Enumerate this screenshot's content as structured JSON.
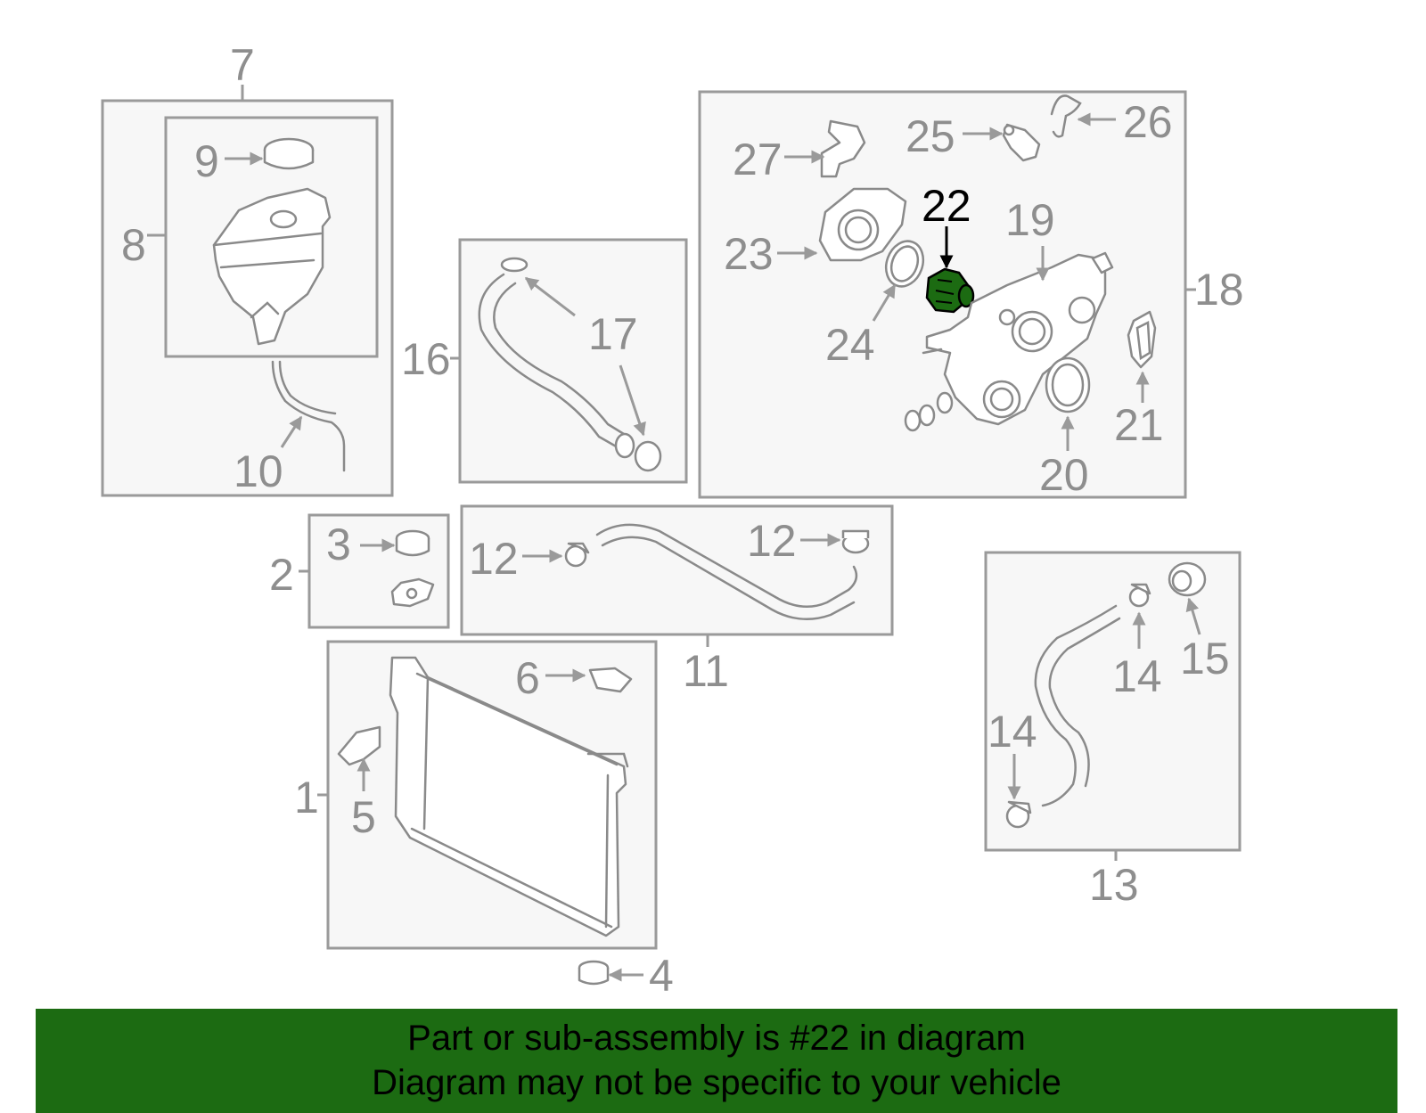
{
  "callouts": {
    "c1": "1",
    "c2": "2",
    "c3": "3",
    "c4": "4",
    "c5": "5",
    "c6": "6",
    "c7": "7",
    "c8": "8",
    "c9": "9",
    "c10": "10",
    "c11": "11",
    "c12a": "12",
    "c12b": "12",
    "c13": "13",
    "c14a": "14",
    "c14b": "14",
    "c15": "15",
    "c16": "16",
    "c17": "17",
    "c18": "18",
    "c19": "19",
    "c20": "20",
    "c21": "21",
    "c22": "22",
    "c23": "23",
    "c24": "24",
    "c25": "25",
    "c26": "26",
    "c27": "27"
  },
  "highlight": {
    "part_number": "22",
    "color": "#1c6b12"
  },
  "banner": {
    "line1": "Part or sub-assembly is #22 in diagram",
    "line2": "Diagram may not be specific to your vehicle",
    "background": "#1c6b12"
  }
}
